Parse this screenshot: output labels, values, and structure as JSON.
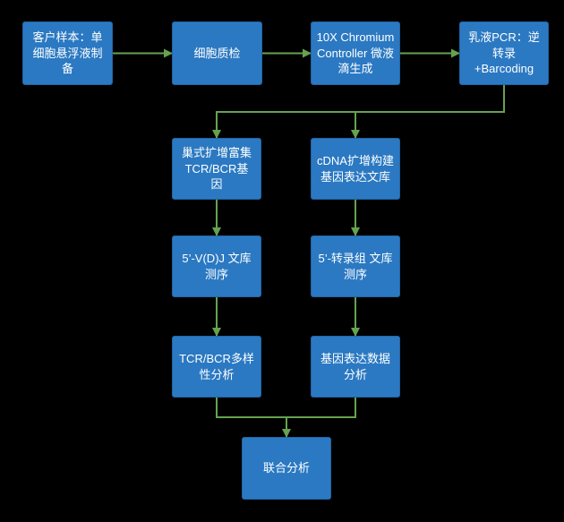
{
  "diagram": {
    "type": "flowchart",
    "description_visible": false
  },
  "colors": {
    "background": "#000000",
    "node_fill": "#2b79c2",
    "node_border": "#2265a5",
    "arrow": "#66a24f",
    "text": "#ffffff"
  },
  "nodes": [
    {
      "id": "sample-prep",
      "label": "客户样本：单细胞悬浮液制备"
    },
    {
      "id": "cell-qc",
      "label": "细胞质检"
    },
    {
      "id": "droplet-gen",
      "label": "10X Chromium Controller 微液滴生成"
    },
    {
      "id": "emulsion-pcr",
      "label": "乳液PCR：逆转录 +Barcoding"
    },
    {
      "id": "nested-amp",
      "label": "巢式扩增富集TCR/BCR基因"
    },
    {
      "id": "cdna-amp",
      "label": "cDNA扩增构建基因表达文库"
    },
    {
      "id": "vdj-seq",
      "label": "5’-V(D)J 文库测序"
    },
    {
      "id": "txome-seq",
      "label": "5’-转录组 文库测序"
    },
    {
      "id": "tcr-bcr-analysis",
      "label": "TCR/BCR多样性分析"
    },
    {
      "id": "gex-analysis",
      "label": "基因表达数据分析"
    },
    {
      "id": "joint-analysis",
      "label": "联合分析"
    }
  ],
  "edges": [
    {
      "from": "sample-prep",
      "to": "cell-qc"
    },
    {
      "from": "cell-qc",
      "to": "droplet-gen"
    },
    {
      "from": "droplet-gen",
      "to": "emulsion-pcr"
    },
    {
      "from": "emulsion-pcr",
      "to": "nested-amp"
    },
    {
      "from": "emulsion-pcr",
      "to": "cdna-amp"
    },
    {
      "from": "nested-amp",
      "to": "vdj-seq"
    },
    {
      "from": "cdna-amp",
      "to": "txome-seq"
    },
    {
      "from": "vdj-seq",
      "to": "tcr-bcr-analysis"
    },
    {
      "from": "txome-seq",
      "to": "gex-analysis"
    },
    {
      "from": "tcr-bcr-analysis",
      "to": "joint-analysis"
    },
    {
      "from": "gex-analysis",
      "to": "joint-analysis"
    }
  ]
}
